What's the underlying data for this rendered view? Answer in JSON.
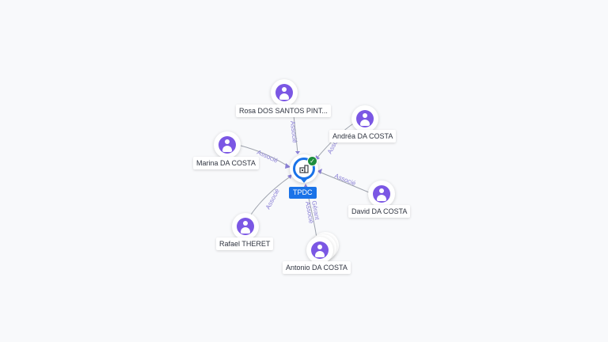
{
  "company": {
    "name": "TPDC",
    "icon": "building-icon",
    "verified_icon": "check-icon",
    "accent_color": "#1a73e8",
    "verified_color": "#1e8e3e"
  },
  "people": [
    {
      "name": "Rosa DOS SANTOS PINT...",
      "role": "Associé",
      "icon": "person-icon"
    },
    {
      "name": "Andréa DA COSTA",
      "role": "Associé",
      "icon": "person-icon"
    },
    {
      "name": "Marina DA COSTA",
      "role": "Associé",
      "icon": "person-icon"
    },
    {
      "name": "David DA COSTA",
      "role": "Associé",
      "icon": "person-icon"
    },
    {
      "name": "Rafael THERET",
      "role": "Associé",
      "icon": "person-icon"
    },
    {
      "name": "Antonio DA COSTA",
      "role": "Associé",
      "role2": "Gérant",
      "icon": "person-icon"
    }
  ],
  "colors": {
    "person_icon": "#7b57e4",
    "edge_label": "#8a7fd6",
    "edge_line": "#9ea3ad",
    "background": "#f8f9fb"
  }
}
